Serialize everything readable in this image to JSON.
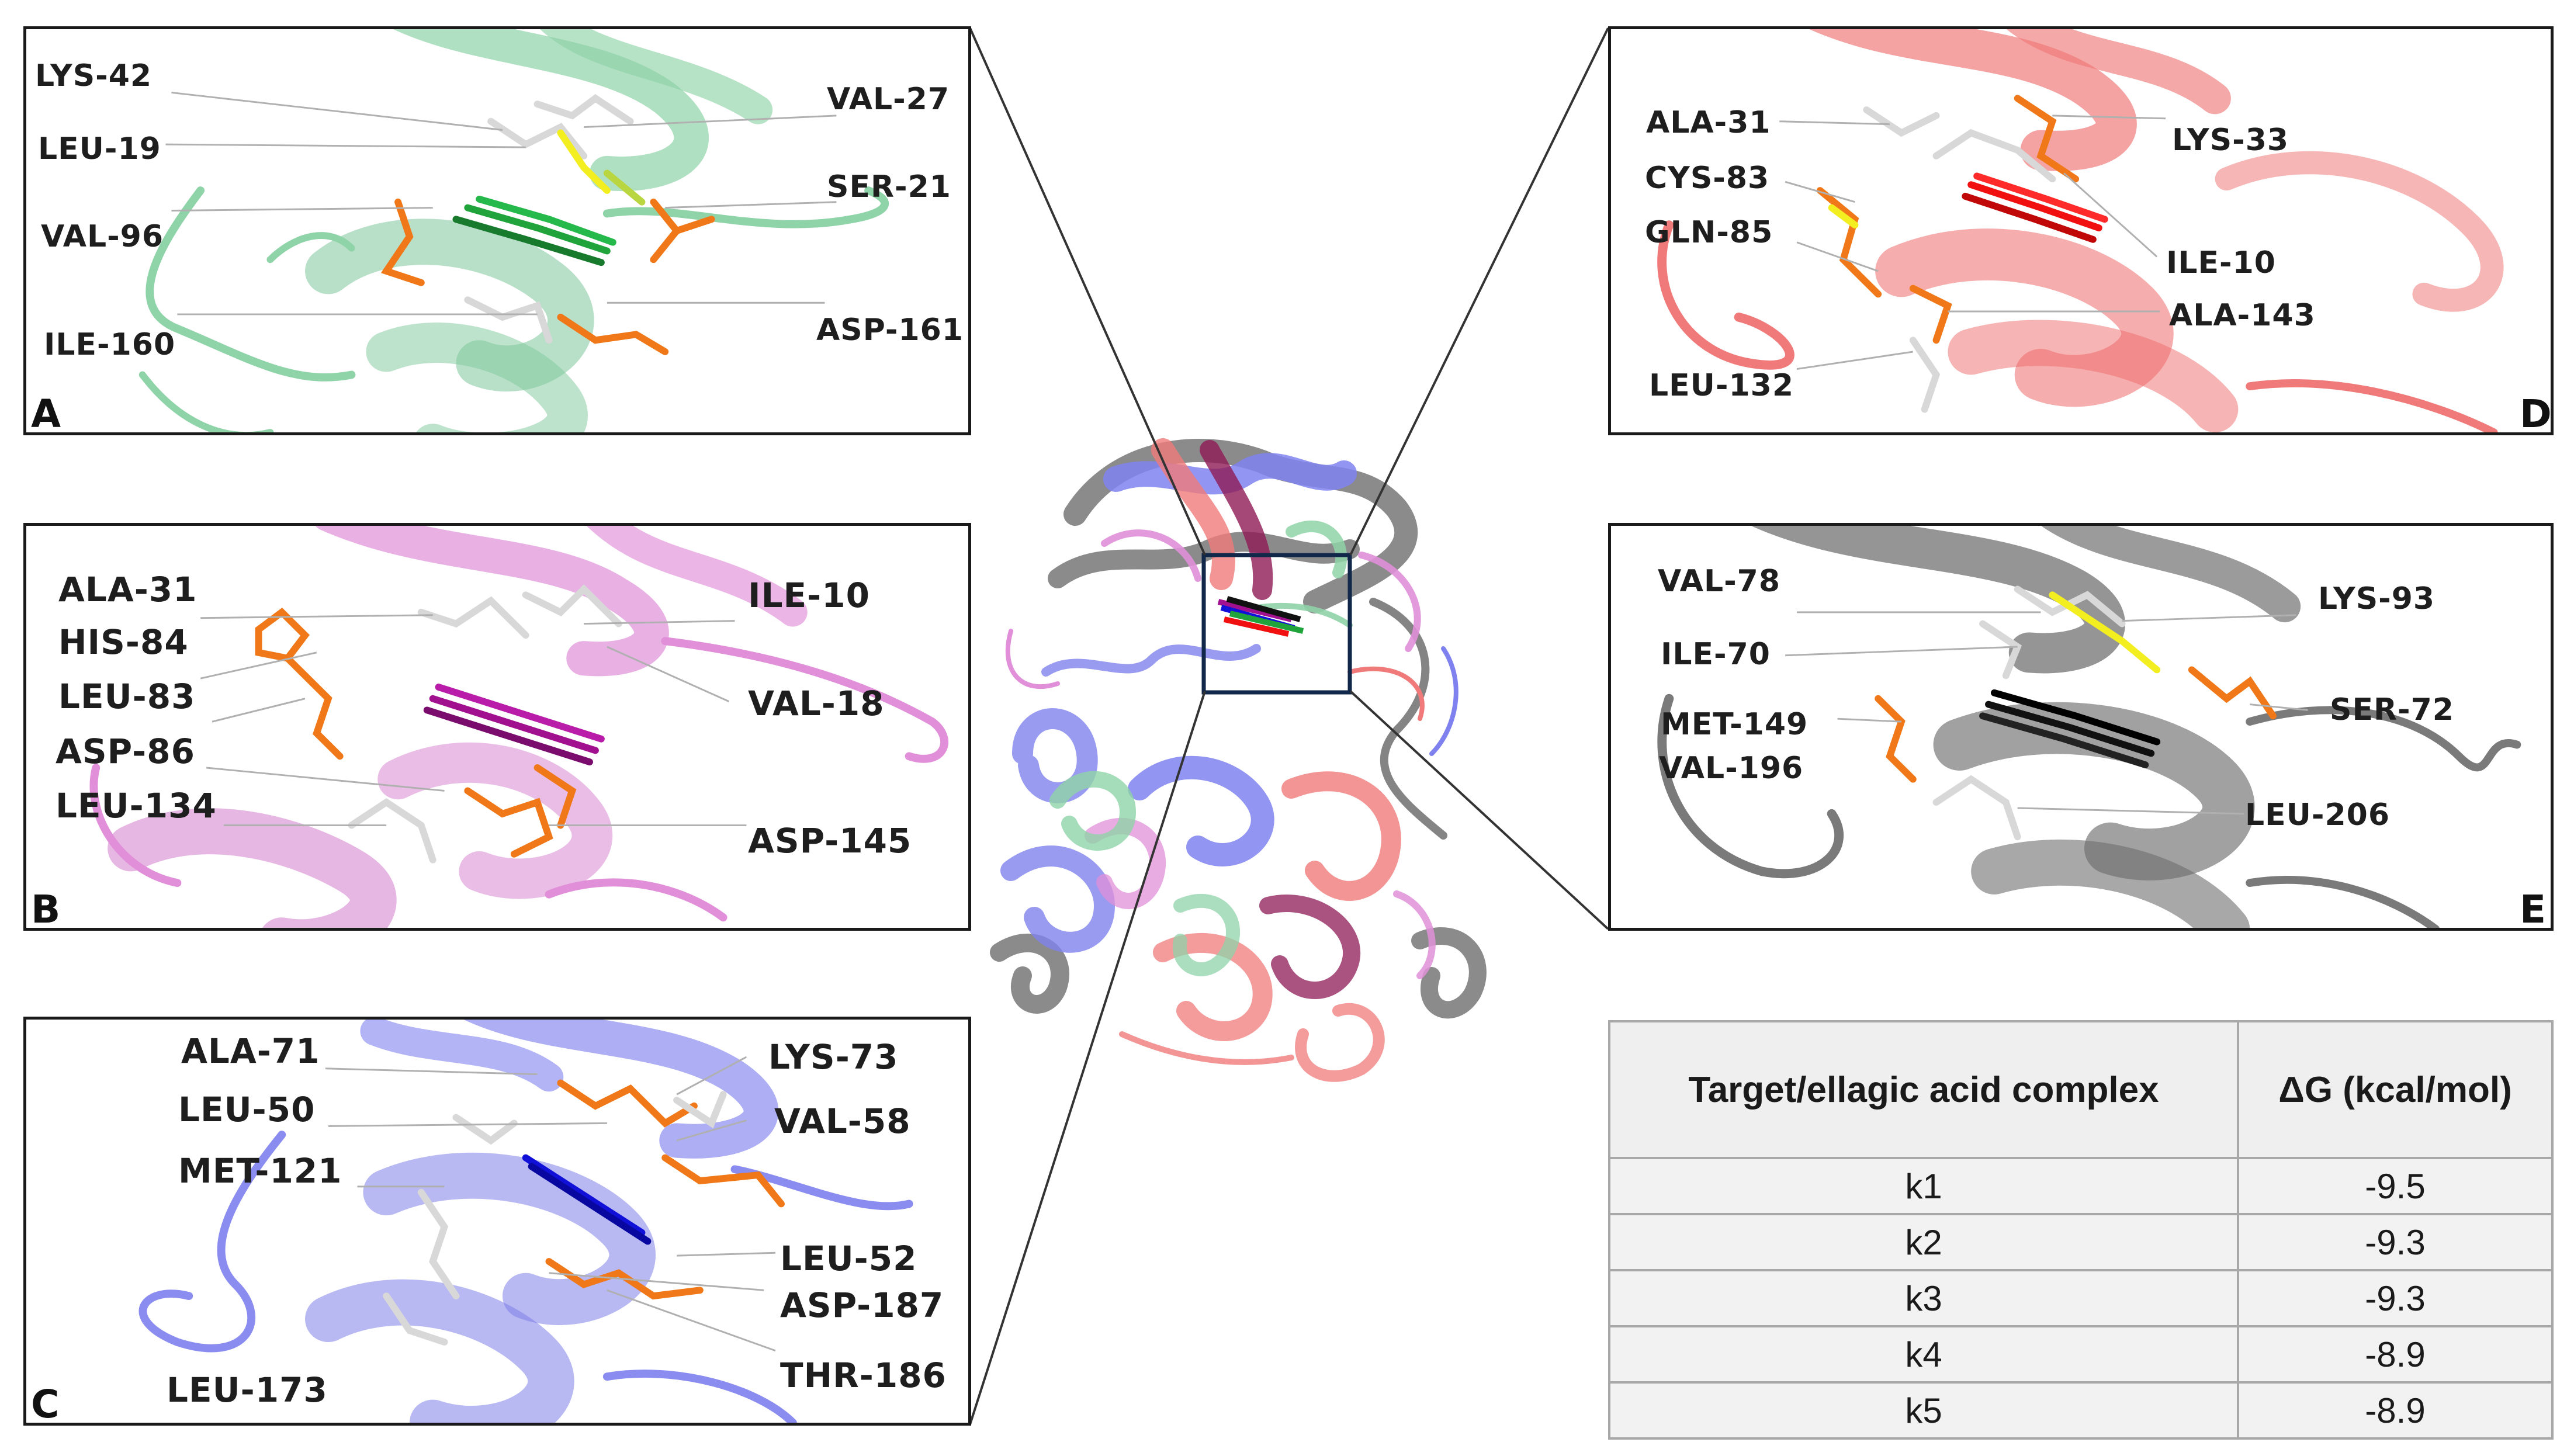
{
  "panels": {
    "A": {
      "letter": "A",
      "labels": [
        "LYS-42",
        "LEU-19",
        "VAL-96",
        "ILE-160",
        "VAL-27",
        "SER-21",
        "ASP-161"
      ]
    },
    "B": {
      "letter": "B",
      "labels": [
        "ALA-31",
        "HIS-84",
        "LEU-83",
        "ASP-86",
        "LEU-134",
        "ILE-10",
        "VAL-18",
        "ASP-145"
      ]
    },
    "C": {
      "letter": "C",
      "labels": [
        "ALA-71",
        "LEU-50",
        "MET-121",
        "LEU-173",
        "LYS-73",
        "VAL-58",
        "LEU-52",
        "ASP-187",
        "THR-186"
      ]
    },
    "D": {
      "letter": "D",
      "labels": [
        "ALA-31",
        "CYS-83",
        "GLN-85",
        "LEU-132",
        "LYS-33",
        "ILE-10",
        "ALA-143"
      ]
    },
    "E": {
      "letter": "E",
      "labels": [
        "VAL-78",
        "ILE-70",
        "MET-149",
        "VAL-196",
        "LYS-93",
        "SER-72",
        "LEU-206"
      ]
    }
  },
  "table": {
    "headers": [
      "Target/ellagic acid complex",
      "ΔG (kcal/mol)"
    ],
    "rows": [
      [
        "k1",
        "-9.5"
      ],
      [
        "k2",
        "-9.3"
      ],
      [
        "k3",
        "-9.3"
      ],
      [
        "k4",
        "-8.9"
      ],
      [
        "k5",
        "-8.9"
      ]
    ]
  },
  "colors": {
    "panel_A_protein": "#8fd3a8",
    "panel_B_protein": "#e08fd8",
    "panel_C_protein": "#8a8cf0",
    "panel_D_protein": "#f07a7a",
    "panel_E_protein": "#7a7a7a",
    "ligand_A": "#1fa33a",
    "ligand_B": "#a0108f",
    "ligand_C": "#1010d8",
    "ligand_D": "#f01010",
    "ligand_E": "#111111",
    "residue_highlight": "#f07818",
    "residue_neutral": "#d8d8d8",
    "residue_hbond": "#f2ee20"
  }
}
